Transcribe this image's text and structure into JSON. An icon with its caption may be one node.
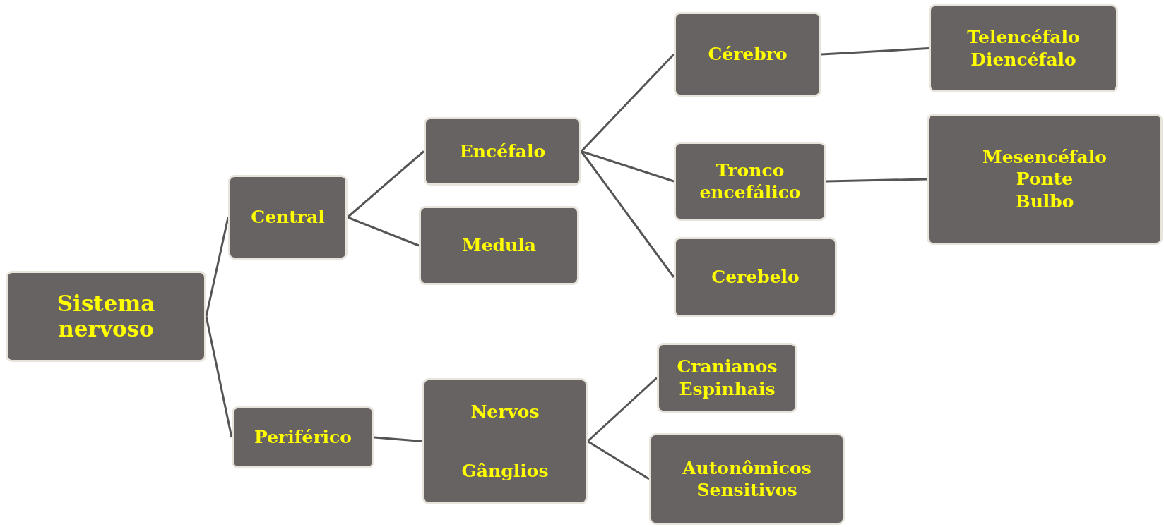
{
  "diagram": {
    "nodes": [
      {
        "text": [
          "Sistema nervoso"
        ]
      },
      {
        "text": [
          "Central"
        ]
      },
      {
        "text": [
          "Periférico"
        ]
      },
      {
        "text": [
          "Encéfalo"
        ]
      },
      {
        "text": [
          "Medula"
        ]
      },
      {
        "text": [
          "Nervos",
          "Gânglios"
        ]
      },
      {
        "text": [
          "Cérebro"
        ]
      },
      {
        "text": [
          "Tronco encefálico"
        ]
      },
      {
        "text": [
          "Cerebelo"
        ]
      },
      {
        "text": [
          "Telencéfalo",
          "Diencéfalo"
        ]
      },
      {
        "text": [
          "Mesencéfalo",
          "Ponte",
          "Bulbo"
        ]
      },
      {
        "text": [
          "Cranianos",
          "Espinhais"
        ]
      },
      {
        "text": [
          "Autonômicos",
          "Sensitivos"
        ]
      }
    ],
    "edges": [
      {
        "from": 0,
        "to": 1,
        "arrow": "none"
      },
      {
        "from": 0,
        "to": 2,
        "arrow": "none"
      },
      {
        "from": 1,
        "to": 3,
        "arrow": "none"
      },
      {
        "from": 1,
        "to": 4,
        "arrow": "none"
      },
      {
        "from": 3,
        "to": 6,
        "arrow": "none"
      },
      {
        "from": 3,
        "to": 7,
        "arrow": "none"
      },
      {
        "from": 3,
        "to": 8,
        "arrow": "none"
      },
      {
        "from": 6,
        "to": 9,
        "arrow": "none"
      },
      {
        "from": 7,
        "to": 10,
        "arrow": "none"
      },
      {
        "from": 2,
        "to": 5,
        "arrow": "none"
      },
      {
        "from": 5,
        "to": 11,
        "arrow": "none"
      },
      {
        "from": 5,
        "to": 12,
        "arrow": "none"
      }
    ]
  }
}
